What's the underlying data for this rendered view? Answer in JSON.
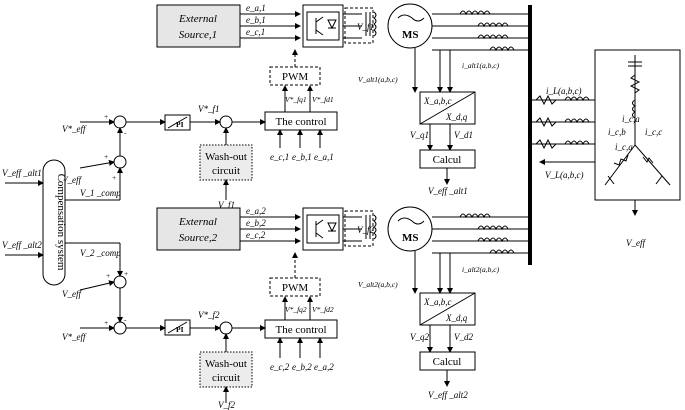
{
  "source1": {
    "label_line1": "External",
    "label_line2": "Source,1",
    "ea": "e_a,1",
    "eb": "e_b,1",
    "ec": "e_c,1",
    "vf": "V_f1",
    "vf_bottom": "V_f1",
    "ec_short": "e_c,1",
    "eb_short": "e_b,1",
    "ea_short": "e_a,1"
  },
  "source2": {
    "label_line1": "External",
    "label_line2": "Source,2",
    "ea": "e_a,2",
    "eb": "e_b,2",
    "ec": "e_c,2",
    "vf": "V_f2",
    "vf_bottom": "V_f2",
    "ec_short": "e_c,2",
    "eb_short": "e_b,2",
    "ea_short": "e_a,2"
  },
  "ms1": {
    "label": "MS"
  },
  "ms2": {
    "label": "MS"
  },
  "transform": {
    "xabc": "X_a,b,c",
    "xdq": "X_d,q"
  },
  "blocks": {
    "pwm": "PWM",
    "control": "The control",
    "calcul": "Calcul",
    "washout_line1": "Wash-out",
    "washout_line2": "circuit",
    "pi": "PI",
    "compensation": "Compensation system"
  },
  "labels": {
    "ialt1": "i_alt1(a,b,c)",
    "ialt2": "i_alt2(a,b,c)",
    "valt1": "V_alt1(a,b,c)",
    "valt2": "V_alt2(a,b,c)",
    "vq1": "V_q1",
    "vd1": "V_d1",
    "vq2": "V_q2",
    "vd2": "V_d2",
    "veff_alt1": "V_eff _alt1",
    "veff_alt2": "V_eff _alt2",
    "vfq1": "V*_fq1",
    "vfd1": "V*_fd1",
    "vfq2": "V*_fq2",
    "vfd2": "V*_fd2",
    "vf1_ref": "V*_f1",
    "vf2_ref": "V*_f2",
    "veff_ref": "V*_eff",
    "veff": "V_eff",
    "v1comp": "V_1 _comp",
    "v2comp": "V_2 _comp",
    "plus": "+",
    "minus": "-",
    "iload": "i_L(a,b,c)",
    "vload": "V_L(a,b,c)",
    "ica": "i_c,a",
    "icb": "i_c,b",
    "icc": "i_c,c"
  }
}
